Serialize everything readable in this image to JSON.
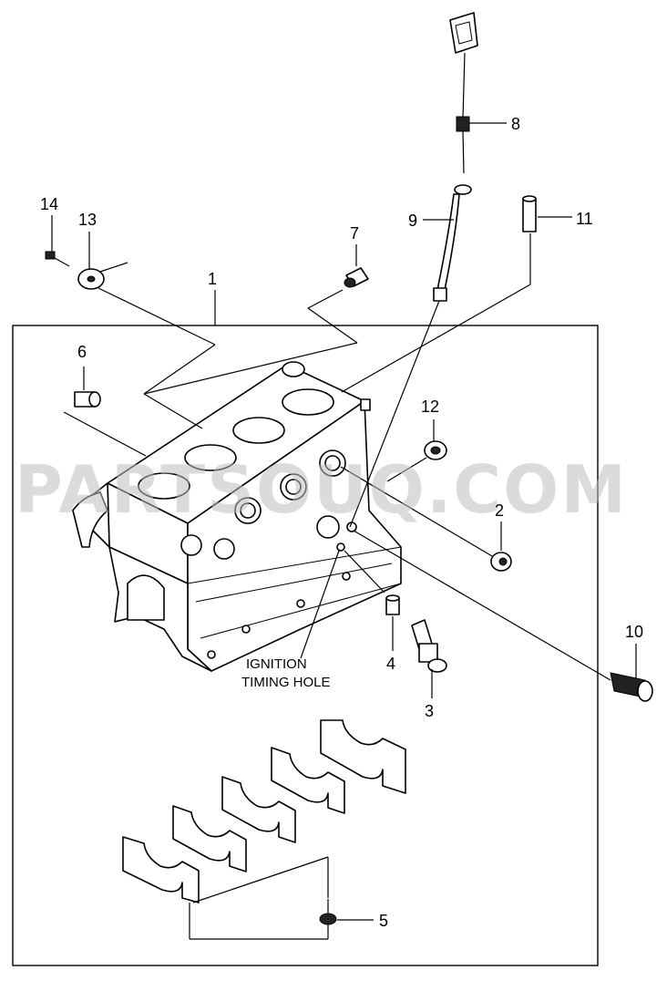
{
  "watermark": "PARTSOUQ.COM",
  "note": {
    "line1": "IGNITION",
    "line2": "TIMING HOLE"
  },
  "callouts": {
    "c1": "1",
    "c2": "2",
    "c3": "3",
    "c4": "4",
    "c5": "5",
    "c6": "6",
    "c7": "7",
    "c8": "8",
    "c9": "9",
    "c10": "10",
    "c11": "11",
    "c12": "12",
    "c13": "13",
    "c14": "14"
  }
}
